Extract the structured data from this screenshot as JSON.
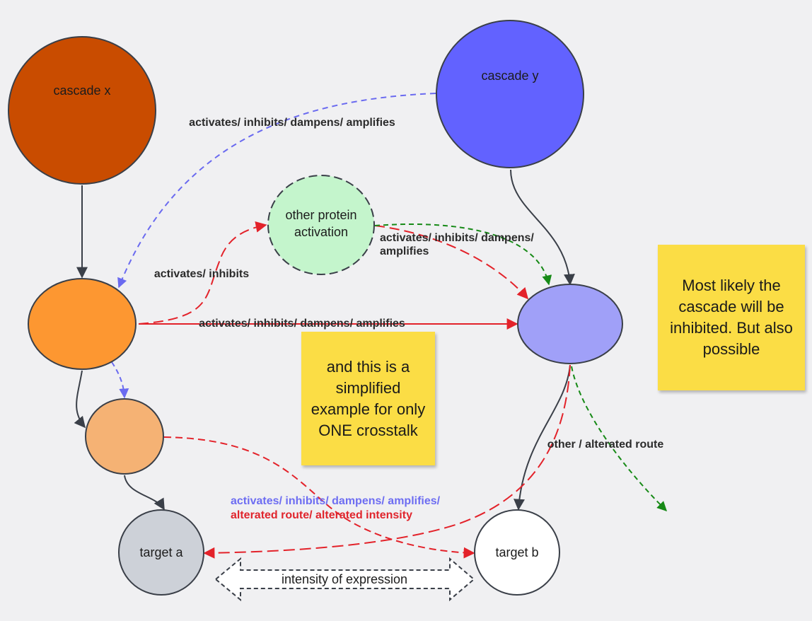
{
  "nodes": {
    "cascade_x": "cascade x",
    "cascade_y": "cascade y",
    "other_protein_line1": "other protein",
    "other_protein_line2": "activation",
    "target_a": "target a",
    "target_b": "target b"
  },
  "edges": {
    "y_to_x_label": "activates/ inhibits/ dampens/ amplifies",
    "x_to_other_label": "activates/ inhibits",
    "other_to_y_label_line1": "activates/ inhibits/ dampens/",
    "other_to_y_label_line2": "amplifies",
    "x_to_y_label": "activates/ inhibits/ dampens/ amplifies",
    "alt_route_label": "other / alterated route",
    "crosstalk_label_line1": "activates/ inhibits/ dampens/ amplifies/",
    "crosstalk_label_line2": "alterated route/ alterated intensity",
    "intensity_label": "intensity of expression"
  },
  "notes": {
    "middle": "and this is a simplified example for only ONE crosstalk",
    "right": "Most likely the cascade will be inhibited. But also possible"
  },
  "colors": {
    "cascade_x": "#c94c00",
    "cascade_y": "#6262ff",
    "node_orange": "#fd9731",
    "node_light_orange": "#f5b274",
    "node_lavender": "#a0a0f8",
    "other_protein": "#c4f5cc",
    "target_a": "#cdd1d8",
    "target_b": "#ffffff",
    "red_arrow": "#e3222a",
    "blue_arrow": "#6a6af0",
    "green_arrow": "#178a17",
    "dark_arrow": "#3a3f48",
    "crosstalk_blue_text": "#6d6df2",
    "crosstalk_red_text": "#e0252d",
    "sticky": "#fbdd45"
  }
}
